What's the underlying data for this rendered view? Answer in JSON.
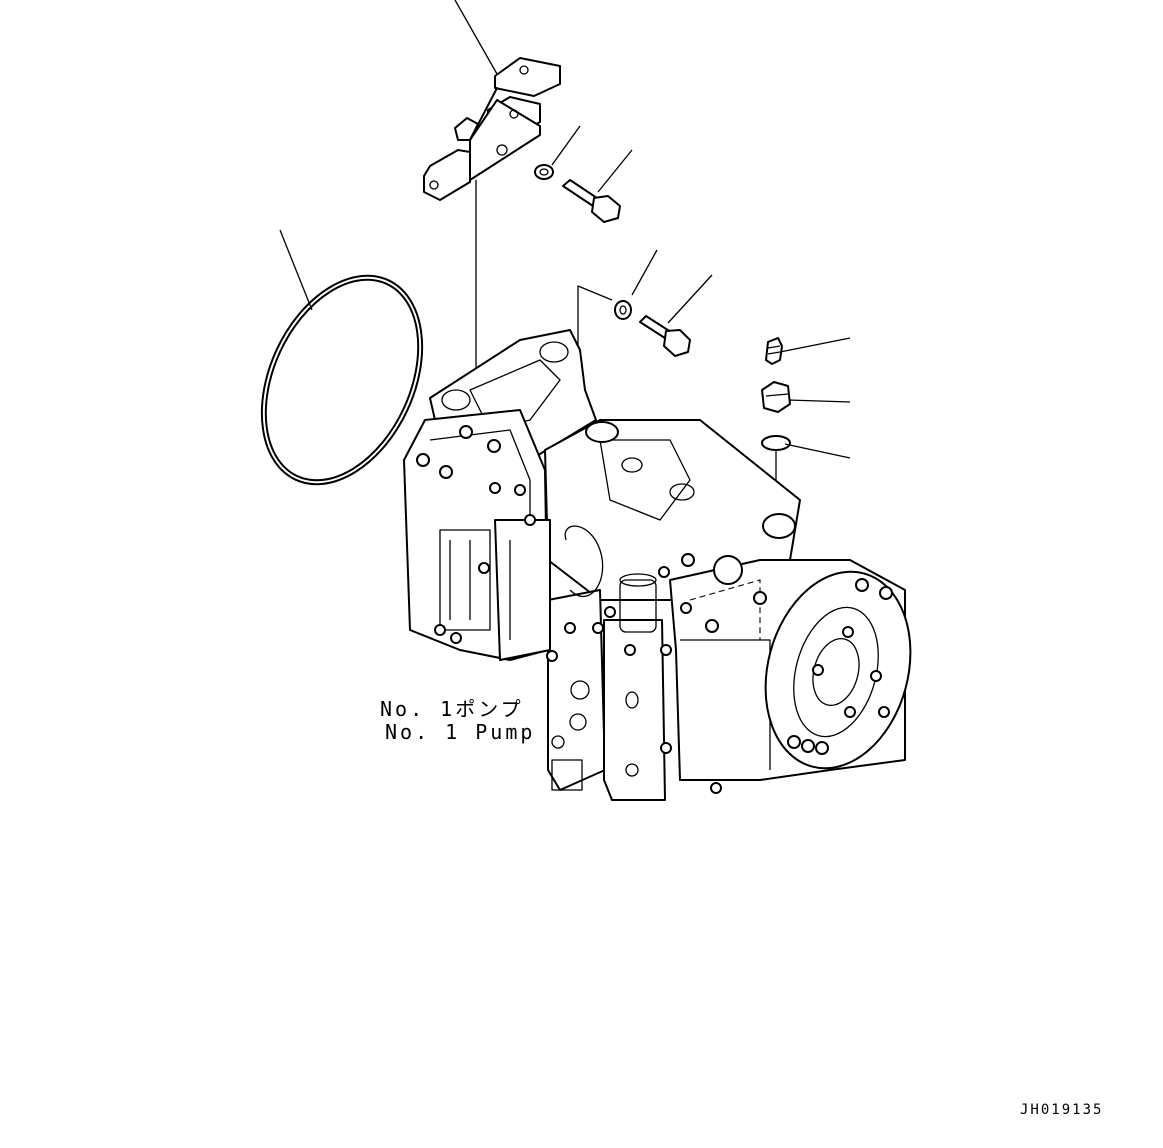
{
  "labels": {
    "pump_jp": "No. 1ポンプ",
    "pump_en": "No. 1 Pump"
  },
  "drawing_number": "JH019135"
}
